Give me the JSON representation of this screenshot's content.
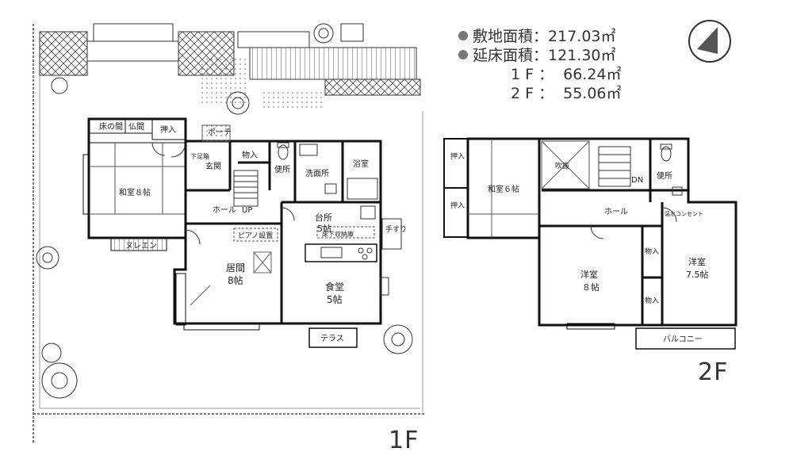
{
  "summary": {
    "site_area_label": "敷地面積：",
    "site_area_value": "217.03㎡",
    "floor_area_label": "延床面積：",
    "floor_area_value": "121.30㎡",
    "f1_label": "1 F ：",
    "f1_value": "66.24㎡",
    "f2_label": "2 F ：",
    "f2_value": "55.06㎡"
  },
  "compass": {
    "icon": "north-arrow-icon"
  },
  "floor1": {
    "label": "1F",
    "rooms": {
      "tokonoma": "床の間",
      "butsuma": "仏間",
      "oshiire": "押入",
      "washitsu": "和室８帖",
      "porch": "ポーチ",
      "storage": "物入",
      "genkan": "玄関",
      "shoebox": "下足箱",
      "toilet": "便所",
      "washroom": "洗面所",
      "bath": "浴室",
      "hall": "ホール",
      "up": "UP",
      "piano": "ピアノ設置",
      "kitchen_name": "台所",
      "kitchen_size": "5帖",
      "underfloor": "床下収納庫",
      "ima_name": "居間",
      "ima_size": "8帖",
      "dining_name": "食堂",
      "dining_size": "5帖",
      "terrace": "テラス",
      "nure": "ヌレエン",
      "handrail": "手すり"
    }
  },
  "floor2": {
    "label": "2F",
    "rooms": {
      "oshiire1": "押入",
      "oshiire2": "押入",
      "washitsu": "和室６帖",
      "fukinuke": "吹抜",
      "dn": "DN",
      "toilet": "便所",
      "hall": "ホール",
      "outlet": "温水コンセント",
      "yoshitsu1_name": "洋室",
      "yoshitsu1_size": "８帖",
      "storage1": "物入",
      "storage2": "物入",
      "yoshitsu2_name": "洋室",
      "yoshitsu2_size": "7.5帖",
      "balcony": "バルコニー"
    }
  }
}
